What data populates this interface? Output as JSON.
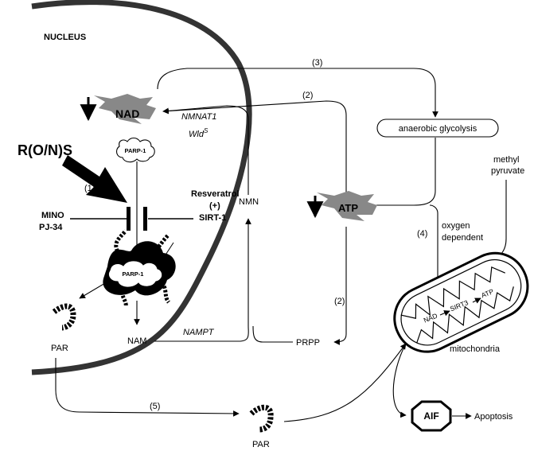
{
  "labels": {
    "nucleus": "NUCLEUS",
    "nad": "NAD",
    "nmnat1": "NMNAT1",
    "wlds_base": "Wld",
    "wlds_sup": "S",
    "parp1_top": "PARP-1",
    "parp1_poly": "PARP-1",
    "rons": "R(O/N)S",
    "step1": "(1)",
    "mino": "MINO",
    "pj34": "PJ-34",
    "resveratrol": "Resveratrol",
    "plus": "(+)",
    "sirt1": "SIRT-1",
    "nmn": "NMN",
    "atp": "ATP",
    "step2_top": "(2)",
    "step2_bottom": "(2)",
    "step3": "(3)",
    "step4": "(4)",
    "step5": "(5)",
    "anaerobic": "anaerobic glycolysis",
    "methyl": "methyl",
    "pyruvate": "pyruvate",
    "oxygen": "oxygen",
    "dependent": "dependent",
    "par_left": "PAR",
    "par_bottom": "PAR",
    "nam": "NAM",
    "nampt": "NAMPT",
    "prpp": "PRPP",
    "mito_nad": "NAD",
    "mito_sirt3": "SIRT3",
    "mito_atp": "ATP",
    "mitochondria": "mitochondria",
    "aif": "AIF",
    "apoptosis": "Apoptosis"
  },
  "colors": {
    "ink": "#000000",
    "membrane": "#333333",
    "shadow": "#555555"
  },
  "icons": {
    "down_arrow": "down-arrow-icon",
    "big_arrow": "bold-diagonal-arrow-icon",
    "inhibitor": "inhibition-bar-icon",
    "par_chain": "par-chain-icon",
    "aif_octagon": "octagon-icon"
  }
}
